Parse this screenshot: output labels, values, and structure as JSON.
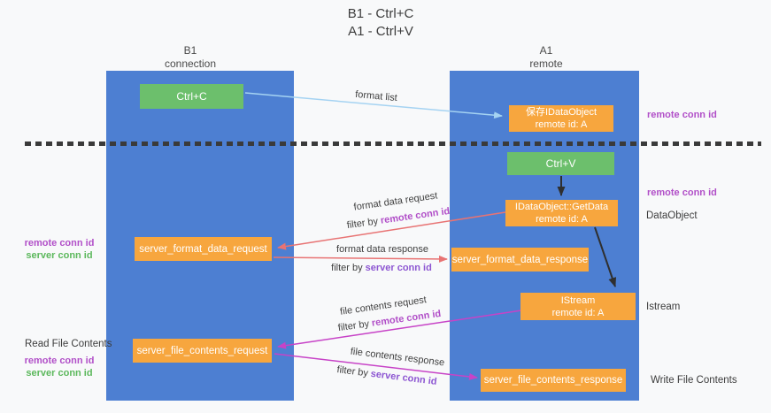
{
  "title": {
    "line1": "B1 - Ctrl+C",
    "line2": "A1 - Ctrl+V"
  },
  "lanes": {
    "left": {
      "name": "B1",
      "role": "connection"
    },
    "right": {
      "name": "A1",
      "role": "remote"
    }
  },
  "nodes": {
    "ctrl_c": {
      "label": "Ctrl+C"
    },
    "ctrl_v": {
      "label": "Ctrl+V"
    },
    "save_dataobject": {
      "line1": "保存IDataObject",
      "line2": "remote id: A"
    },
    "getdata": {
      "line1": "IDataObject::GetData",
      "line2": "remote id: A"
    },
    "istream": {
      "line1": "IStream",
      "line2": "remote id: A"
    },
    "server_format_data_request": {
      "label": "server_format_data_request"
    },
    "server_format_data_response": {
      "label": "server_format_data_response"
    },
    "server_file_contents_request": {
      "label": "server_file_contents_request"
    },
    "server_file_contents_response": {
      "label": "server_file_contents_response"
    }
  },
  "flow_labels": {
    "format_list": "format list",
    "format_data_request": "format data request",
    "format_data_response": "format data response",
    "file_contents_request": "file contents request",
    "file_contents_response": "file contents response",
    "filter_by": "filter by",
    "remote_conn_id": "remote conn id",
    "server_conn_id": "server conn id"
  },
  "side_labels": {
    "left_top": {
      "line1": "remote conn id",
      "line2": "server conn id"
    },
    "read_file_contents": "Read File Contents",
    "left_bottom": {
      "line1": "remote conn id",
      "line2": "server conn id"
    },
    "right_remote_conn_id_1": "remote conn id",
    "right_remote_conn_id_2": "remote conn id",
    "dataobject": "DataObject",
    "istream": "Istream",
    "write_file_contents": "Write File Contents"
  },
  "colors": {
    "lane_blue": "#4d7fd2",
    "node_orange": "#f7a63e",
    "node_green": "#6cbf6c",
    "remote_conn_purple": "#b14fc8",
    "server_conn_green": "#5cb85c",
    "filter_server_purple": "#8d56d2",
    "arrow_red": "#e87373",
    "arrow_magenta": "#c743c7",
    "arrow_blue": "#a5d3f2",
    "arrow_black": "#2f2f2f"
  }
}
